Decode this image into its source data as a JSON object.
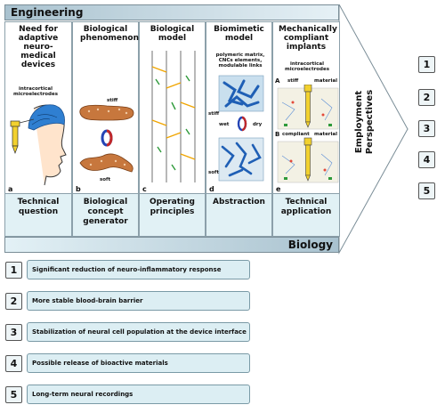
{
  "header": {
    "top_label": "Engineering",
    "bottom_label": "Biology"
  },
  "arrow": {
    "label_line1": "Employment",
    "label_line2": "Perspectives"
  },
  "columns": [
    {
      "letter": "a",
      "title": "Need for adaptive neuro-medical devices",
      "bottom": "Technical question",
      "note": "intracortical microelectrodes"
    },
    {
      "letter": "b",
      "title": "Biological phenomenon",
      "bottom": "Biological concept generator",
      "stiff": "stiff",
      "soft": "soft"
    },
    {
      "letter": "c",
      "title": "Biological model",
      "bottom": "Operating principles"
    },
    {
      "letter": "d",
      "title": "Biomimetic model",
      "bottom": "Abstraction",
      "note": "polymeric matrix, CNCs elements, modulable links",
      "stiff": "stiff",
      "soft": "soft",
      "wet": "wet",
      "dry": "dry"
    },
    {
      "letter": "e",
      "title": "Mechanically compliant implants",
      "bottom": "Technical application",
      "note": "intracortical microelectrodes",
      "a_label": "A",
      "a_stiff": "stiff",
      "a_material": "material",
      "b_label": "B",
      "b_compliant": "compliant",
      "b_material": "material"
    }
  ],
  "side_numbers": [
    "1",
    "2",
    "3",
    "4",
    "5"
  ],
  "perspectives": [
    {
      "num": "1",
      "text": "Significant reduction of neuro-inflammatory response"
    },
    {
      "num": "2",
      "text": "More stable blood-brain barrier"
    },
    {
      "num": "3",
      "text": "Stabilization of neural cell population at the device interface"
    },
    {
      "num": "4",
      "text": "Possible release of bioactive materials"
    },
    {
      "num": "5",
      "text": "Long-term neural recordings"
    }
  ],
  "colors": {
    "teal": "#a9c2cf",
    "light_teal": "#e1f1f5",
    "brain_blue": "#2f7fd1",
    "electrode_yellow": "#f2d12e",
    "sea_cucumber": "#c7773d",
    "ring_blue": "#2545b5",
    "ring_red": "#c0282a"
  }
}
